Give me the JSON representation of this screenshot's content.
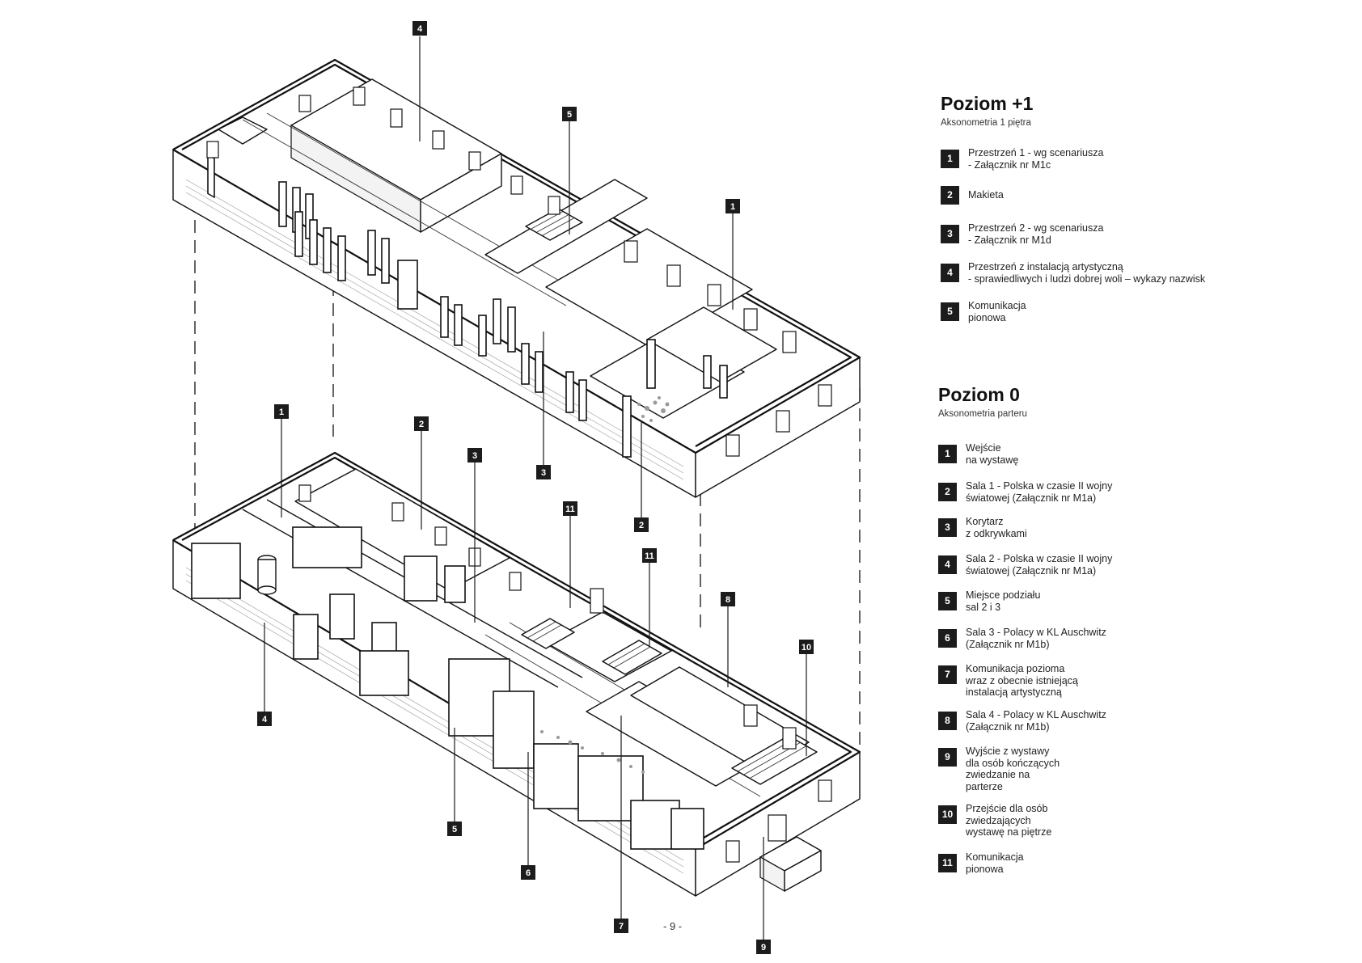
{
  "level_plus1": {
    "title": "Poziom +1",
    "subtitle": "Aksonometria 1 piętra",
    "items": [
      {
        "num": "1",
        "text": "Przestrzeń 1 - wg scenariusza\n- Załącznik nr M1c"
      },
      {
        "num": "2",
        "text": "Makieta"
      },
      {
        "num": "3",
        "text": "Przestrzeń 2 - wg scenariusza\n- Załącznik nr M1d"
      },
      {
        "num": "4",
        "text": "Przestrzeń z instalacją artystyczną\n- sprawiedliwych i ludzi dobrej woli – wykazy nazwisk"
      },
      {
        "num": "5",
        "text": "Komunikacja\npionowa"
      }
    ]
  },
  "level_0": {
    "title": "Poziom 0",
    "subtitle": "Aksonometria parteru",
    "items": [
      {
        "num": "1",
        "text": "Wejście\nna wystawę"
      },
      {
        "num": "2",
        "text": "Sala 1 - Polska w czasie II wojny\nświatowej (Załącznik nr M1a)"
      },
      {
        "num": "3",
        "text": "Korytarz\nz odkrywkami"
      },
      {
        "num": "4",
        "text": "Sala 2 - Polska w czasie II wojny\nświatowej (Załącznik nr M1a)"
      },
      {
        "num": "5",
        "text": "Miejsce podziału\nsal 2 i 3"
      },
      {
        "num": "6",
        "text": "Sala 3 - Polacy w KL Auschwitz\n(Załącznik nr M1b)"
      },
      {
        "num": "7",
        "text": "Komunikacja pozioma\nwraz z obecnie istniejącą\ninstalacją artystyczną"
      },
      {
        "num": "8",
        "text": "Sala 4 - Polacy w KL Auschwitz\n(Załącznik nr M1b)"
      },
      {
        "num": "9",
        "text": "Wyjście z wystawy\ndla osób kończących\nzwiedzanie na\nparterze"
      },
      {
        "num": "10",
        "text": "Przejście dla osób\nzwiedzających\nwystawę na piętrze"
      },
      {
        "num": "11",
        "text": "Komunikacja\npionowa"
      }
    ]
  },
  "drawing_callouts": {
    "upper": [
      "4",
      "5",
      "1",
      "3",
      "2"
    ],
    "lower": [
      "1",
      "2",
      "3",
      "11",
      "11",
      "8",
      "10",
      "4",
      "5",
      "6",
      "7",
      "9"
    ]
  },
  "page_number": "- 9 -"
}
